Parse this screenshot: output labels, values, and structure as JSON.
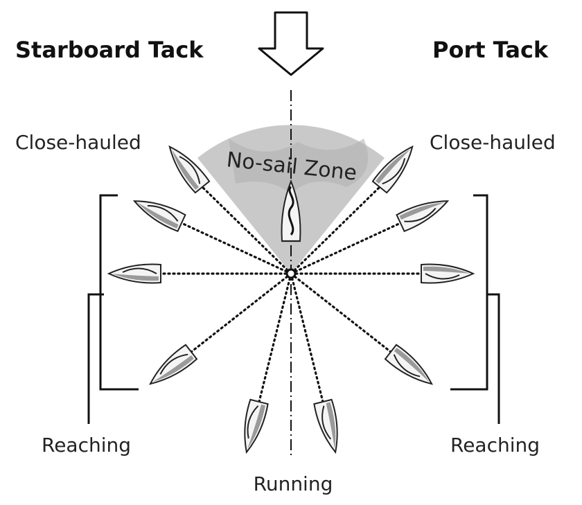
{
  "headings": {
    "starboard": "Starboard Tack",
    "port": "Port Tack"
  },
  "zone": {
    "label": "No-sail Zone",
    "fill_color": "#c9c9c9"
  },
  "labels": {
    "close_hauled_left": "Close-hauled",
    "close_hauled_right": "Close-hauled",
    "reaching_left": "Reaching",
    "reaching_right": "Reaching",
    "running": "Running"
  },
  "icons": {
    "wind": "wind-arrow-icon",
    "boat": "sailboat-icon"
  }
}
